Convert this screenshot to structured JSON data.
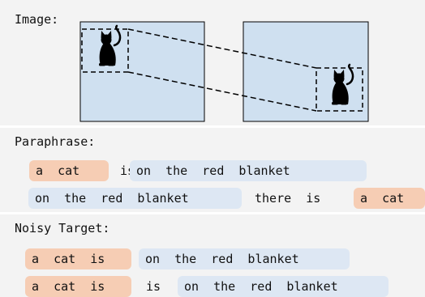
{
  "colors": {
    "band_bg": "#f3f3f3",
    "image_fill": "#cfe0f0",
    "phrase_orange": "#f6cdb4",
    "phrase_blue": "#dde7f3"
  },
  "image_section": {
    "label": "Image:",
    "icon": "cat-silhouette-icon"
  },
  "paraphrase_section": {
    "label": "Paraphrase:",
    "row1": [
      "a  cat",
      "is",
      "on  the  red  blanket"
    ],
    "row2": [
      "on  the  red  blanket",
      "there  is",
      "a  cat"
    ]
  },
  "noisy_section": {
    "label": "Noisy Target:",
    "row1": [
      "a  cat  is",
      "on  the  red  blanket"
    ],
    "row2": [
      "a  cat  is",
      "is",
      "on  the  red  blanket"
    ]
  }
}
